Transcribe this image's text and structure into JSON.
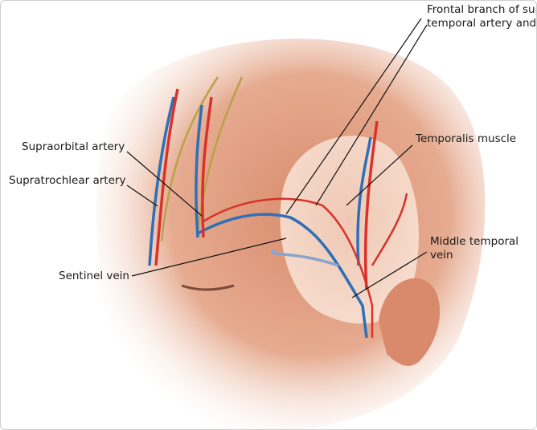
{
  "labels": {
    "frontal_branch_line1": "Frontal branch of superficial",
    "frontal_branch_line2": "temporal artery and vein",
    "temporalis_muscle": "Temporalis muscle",
    "supraorbital_artery": "Supraorbital artery",
    "supratrochlear_artery": "Supratrochlear artery",
    "sentinel_vein": "Sentinel vein",
    "middle_temporal_line1": "Middle temporal",
    "middle_temporal_line2": "vein"
  },
  "colors": {
    "artery": "#d8322a",
    "vein": "#2e6fb8",
    "nerve": "#b8a24a",
    "skin": "#e3a58a",
    "muscle": "#f3d2c0"
  }
}
